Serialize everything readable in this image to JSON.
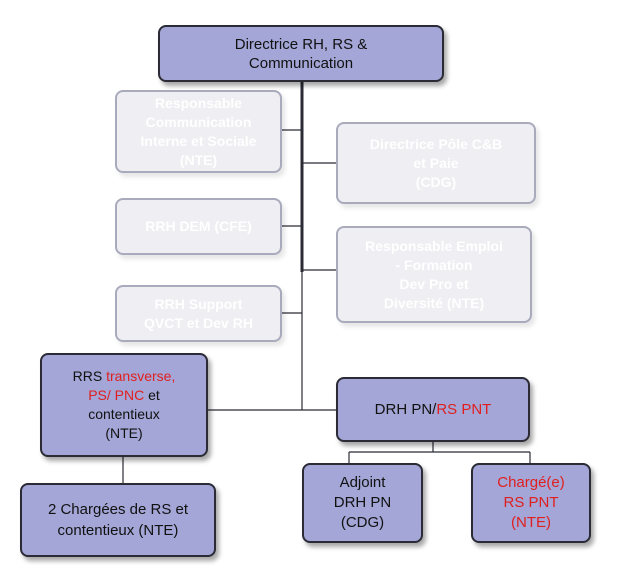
{
  "org_chart": {
    "director": {
      "line1": "Directrice RH, RS &",
      "line2": "Communication"
    },
    "resp_comm": {
      "lines": [
        "Responsable",
        "Communication",
        "Interne et Sociale",
        "(NTE)"
      ]
    },
    "directrice_pole": {
      "lines": [
        "Directrice Pôle C&B",
        "et Paie",
        "(CDG)"
      ]
    },
    "rrh_dem": {
      "text": "RRH DEM (CFE)"
    },
    "resp_emploi": {
      "lines": [
        "Responsable Emploi",
        "- Formation",
        "Dev Pro et",
        "Diversité (NTE)"
      ]
    },
    "rrh_support": {
      "lines": [
        "RRH Support",
        "QVCT et Dev RH"
      ]
    },
    "rrs": {
      "l1a": "RRS ",
      "l1b": "transverse,",
      "l2a": "PS/ PNC",
      "l2b": " et",
      "l3": "contentieux",
      "l4": "(NTE)"
    },
    "drh_pn": {
      "a": "DRH PN/",
      "b": "RS PNT"
    },
    "chargees": {
      "lines": [
        "2 Chargées de RS et",
        "contentieux (NTE)"
      ]
    },
    "adjoint": {
      "lines": [
        "Adjoint",
        "DRH PN",
        "(CDG)"
      ]
    },
    "charge_pnt": {
      "lines": [
        "Chargé(e)",
        "RS PNT",
        "(NTE)"
      ]
    }
  },
  "colors": {
    "dark_fill": "#a3a6d6",
    "dark_border": "#2b2b36",
    "light_fill": "#eeeef3",
    "light_border": "#a9abbd",
    "accent_red": "#e02020",
    "connector": "#2b2b36"
  }
}
